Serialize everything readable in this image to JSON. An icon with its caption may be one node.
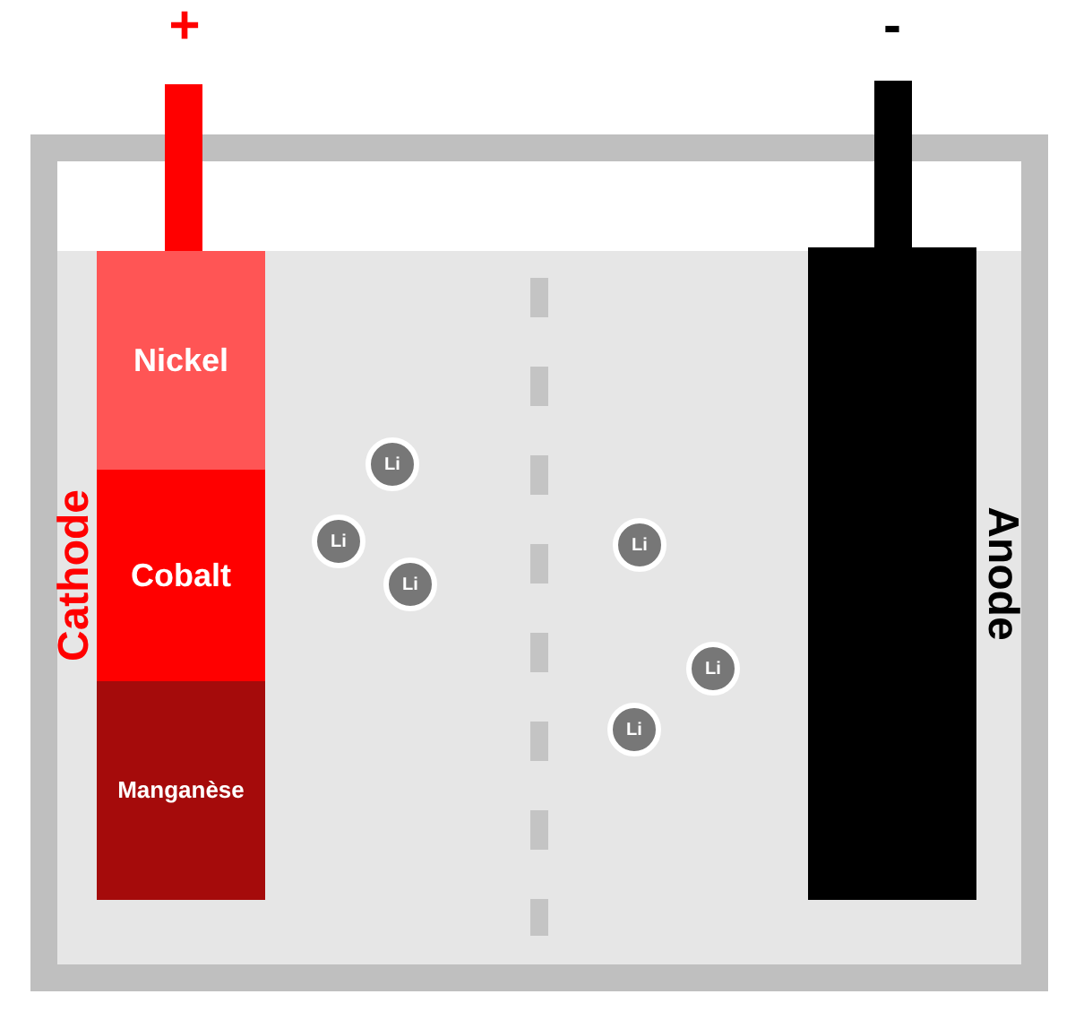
{
  "diagram": {
    "nodes": [
      {
        "text": [
          "Cathode"
        ]
      },
      {
        "text": [
          "Nickel"
        ],
        "in": 0
      },
      {
        "text": [
          "Cobalt"
        ],
        "in": 0
      },
      {
        "text": [
          "Manganèse"
        ],
        "in": 0
      },
      {
        "text": [
          "Anode"
        ]
      },
      {
        "text": [
          "Li"
        ]
      },
      {
        "text": [
          "Li"
        ]
      },
      {
        "text": [
          "Li"
        ]
      },
      {
        "text": [
          "Li"
        ]
      },
      {
        "text": [
          "Li"
        ]
      },
      {
        "text": [
          "Li"
        ]
      },
      {
        "text": [],
        "shape": "bar"
      },
      {
        "text": [],
        "shape": "bar"
      }
    ],
    "labels": [
      "+",
      "-"
    ]
  }
}
